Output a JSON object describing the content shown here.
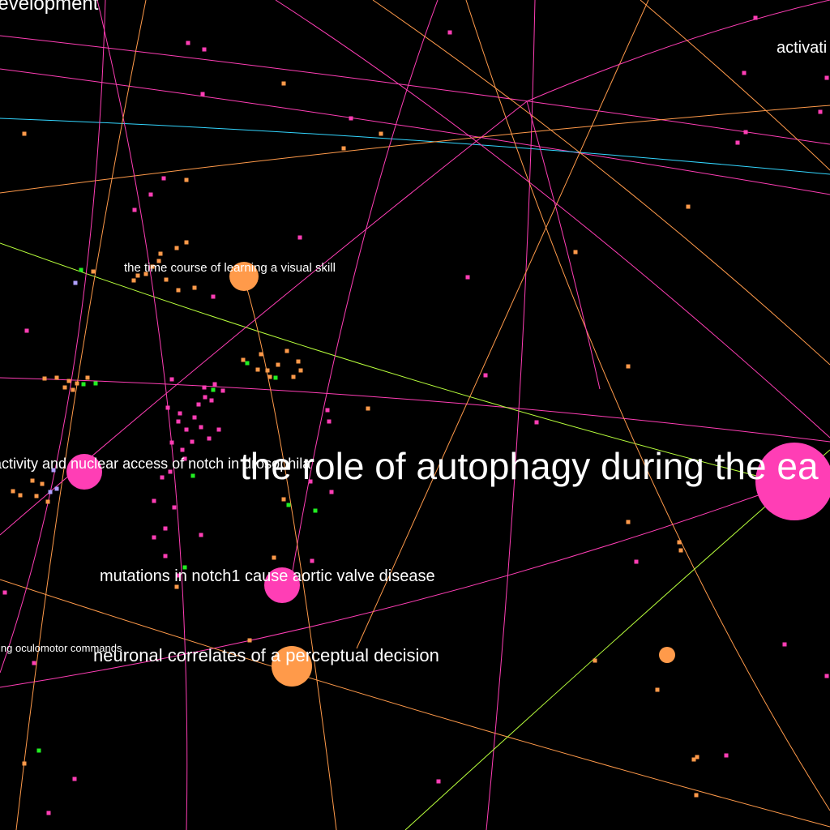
{
  "colors": {
    "background": "#000000",
    "magenta": "#ff3eb5",
    "orange": "#ff9a4a",
    "green": "#22ee22",
    "lavender": "#b0a0ff",
    "cyan": "#33d6ff",
    "yellow_green": "#b8ff3c",
    "label": "#ffffff"
  },
  "labels": {
    "development": "development",
    "activation": "activati",
    "time_course": "the time course of learning a visual skill",
    "notch_activity": "activity and nuclear access of notch in drosophila",
    "autophagy": "the role of autophagy during the ea",
    "notch1_mutations": "mutations in notch1 cause aortic valve disease",
    "oculomotor": "ing oculomotor commands",
    "perceptual_decision": "neuronal correlates of a perceptual decision"
  },
  "nodes": [
    {
      "id": "autophagy",
      "color": "magenta",
      "size": "xlarge"
    },
    {
      "id": "notch_activity",
      "color": "magenta",
      "size": "medium"
    },
    {
      "id": "notch1_mutations",
      "color": "magenta",
      "size": "medium"
    },
    {
      "id": "perceptual_decision",
      "color": "orange",
      "size": "medium"
    },
    {
      "id": "time_course",
      "color": "orange",
      "size": "small"
    },
    {
      "id": "unlabeled_orange",
      "color": "orange",
      "size": "small"
    }
  ]
}
